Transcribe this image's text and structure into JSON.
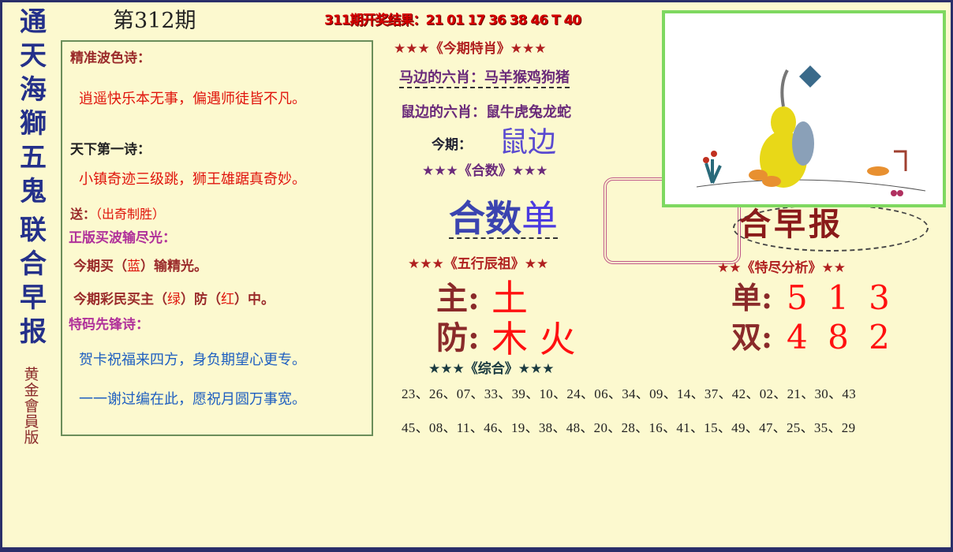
{
  "vertical_title": [
    "通",
    "天",
    "海",
    "獅",
    "五",
    "鬼",
    "联",
    "合",
    "早",
    "报"
  ],
  "vertical_subtitle": "黄金會員版",
  "issue": "第312期",
  "last_result": "311期开奖结果：21 01 17 36 38 46 T 40",
  "left": {
    "h1": "精准波色诗：",
    "p1": "逍遥快乐本无事，偏遇师徒皆不凡。",
    "h2": "天下第一诗：",
    "p2": "小镇奇迹三级跳，狮王雄踞真奇妙。",
    "send_label": "送：",
    "send_value": "（出奇制胜）",
    "h3": "正版买波输尽光：",
    "l1a": "今期买（",
    "l1b": "蓝",
    "l1c": "）输精光。",
    "l2a": "今期彩民买主（",
    "l2b": "绿",
    "l2c": "）防（",
    "l2d": "红",
    "l2e": "）中。",
    "h4": "特码先锋诗：",
    "p3": "贺卡祝福来四方，身负期望心更专。",
    "p4": "一一谢过编在此，愿祝月圆万事宽。"
  },
  "zodiac": {
    "title": "★★★《今期特肖》★★★",
    "horse": "马边的六肖：马羊猴鸡狗猪",
    "rat": "鼠边的六肖：鼠牛虎兔龙蛇",
    "this_label": "今期：",
    "this_value": "鼠边"
  },
  "sum": {
    "title": "★★★《合数》★★★",
    "label": "合数",
    "value": "单"
  },
  "brand": "合早报",
  "elements": {
    "title": "★★★《五行辰祖》★★",
    "main_label": "主:",
    "main_value": "土",
    "guard_label": "防:",
    "guard_value": "木 火"
  },
  "tail": {
    "title": "★★《特尽分析》★★",
    "odd_label": "单:",
    "odd_value": "5 1 3",
    "even_label": "双:",
    "even_value": "4 8 2"
  },
  "combo": {
    "title": "★★★《综合》★★★",
    "row1": "23、26、07、33、39、10、24、06、34、09、14、37、42、02、21、30、43",
    "row2": "45、08、11、46、19、38、48、20、28、16、41、15、49、47、25、35、29"
  },
  "colors": {
    "background": "#fcf9cf",
    "title_blue": "#24308a",
    "accent_red": "#e0140c",
    "frame_green": "#7ed860"
  }
}
